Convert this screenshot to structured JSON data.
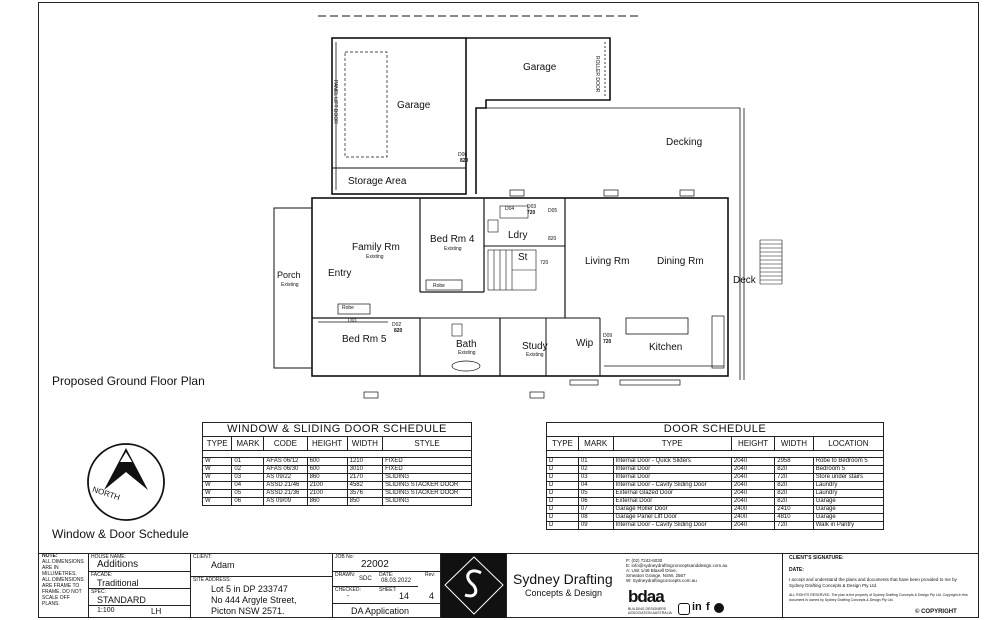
{
  "plan": {
    "title": "Proposed Ground Floor Plan",
    "rooms": {
      "garage_top": "Garage",
      "garage_left": "Garage",
      "storage": "Storage Area",
      "decking": "Decking",
      "family": "Family Rm",
      "bed4": "Bed Rm 4",
      "ldry": "Ldry",
      "st": "St",
      "living": "Living Rm",
      "dining": "Dining Rm",
      "deck": "Deck",
      "porch": "Porch",
      "entry": "Entry",
      "bed5": "Bed Rm 5",
      "bath": "Bath",
      "study": "Study",
      "wip": "Wip",
      "kitchen": "Kitchen",
      "robe": "Robe",
      "robe2": "Robe"
    },
    "existing_label": "Existing",
    "door_tags": {
      "d820_a": "820",
      "d820_b": "820",
      "d820_c": "820",
      "d720_a": "720",
      "d720_b": "720",
      "d720_c": "720"
    },
    "door_codes": {
      "d01": "D01",
      "d02": "D02",
      "d03": "D03",
      "d04": "D04",
      "d05": "D05",
      "d06": "D06",
      "d09": "D09"
    },
    "panel_door": "PANEL LIFT DOOR",
    "roller_door": "ROLLER DOOR",
    "compass": "NORTH"
  },
  "schedule_heading": "Window & Door Schedule",
  "window_schedule": {
    "title": "WINDOW & SLIDING DOOR SCHEDULE",
    "headers": [
      "TYPE",
      "MARK",
      "CODE",
      "HEIGHT",
      "WIDTH",
      "STYLE"
    ],
    "rows": [
      [
        "W",
        "01",
        "AFAS 06/12",
        "600",
        "1210",
        "FIXED"
      ],
      [
        "W",
        "02",
        "AFAS 06/30",
        "600",
        "3010",
        "FIXED"
      ],
      [
        "W",
        "03",
        "AS 09/22",
        "860",
        "2170",
        "SLIDING"
      ],
      [
        "W",
        "04",
        "ASSD 21/46",
        "2100",
        "4582",
        "SLIDING STACKER DOOR"
      ],
      [
        "W",
        "05",
        "ASSD 21/36",
        "2100",
        "3576",
        "SLIDING STACKER DOOR"
      ],
      [
        "W",
        "06",
        "AS 09/09",
        "860",
        "850",
        "SLIDING"
      ]
    ]
  },
  "door_schedule": {
    "title": "DOOR SCHEDULE",
    "headers": [
      "TYPE",
      "MARK",
      "TYPE",
      "HEIGHT",
      "WIDTH",
      "LOCATION"
    ],
    "rows": [
      [
        "D",
        "01",
        "Internal Door - Quick Sliders",
        "2040",
        "2958",
        "Robe to Bedroom 5"
      ],
      [
        "D",
        "02",
        "Internal Door",
        "2040",
        "820",
        "Bedroom 5"
      ],
      [
        "D",
        "03",
        "Internal Door",
        "2040",
        "720",
        "Store under stairs"
      ],
      [
        "D",
        "04",
        "Internal Door - Cavity Sliding Door",
        "2040",
        "820",
        "Laundry"
      ],
      [
        "D",
        "05",
        "External Glazed Door",
        "2040",
        "820",
        "Laundry"
      ],
      [
        "D",
        "06",
        "External Door",
        "2040",
        "820",
        "Garage"
      ],
      [
        "D",
        "07",
        "Garage Roller Door",
        "2400",
        "2410",
        "Garage"
      ],
      [
        "D",
        "08",
        "Garage Panel Lift Door",
        "2400",
        "4810",
        "Garage"
      ],
      [
        "D",
        "09",
        "Internal Door - Cavity Sliding Door",
        "2040",
        "720",
        "Walk in Pantry"
      ]
    ]
  },
  "title_block": {
    "note_label": "NOTE:",
    "notes": [
      "ALL DIMENSIONS",
      "ARE IN",
      "MILLIMETRES.",
      "ALL DIMENSIONS",
      "ARE FRAME TO",
      "FRAME. DO NOT",
      "SCALE OFF",
      "PLANS."
    ],
    "house_name_label": "HOUSE NAME:",
    "house_name": "Additions",
    "facade_label": "FACADE:",
    "facade": "Traditional",
    "spec_label": "SPEC:",
    "spec": "STANDARD",
    "scale": "1:100",
    "hand": "LH",
    "client_label": "CLIENT:",
    "client": "Adam",
    "site_label": "SITE ADDRESS:",
    "site_lines": [
      "Lot 5 in DP 233747",
      "No 444 Argyle Street,",
      "Picton NSW 2571."
    ],
    "job_label": "JOB No:",
    "job": "22002",
    "drawn_label": "DRAWN:",
    "drawn": "SDC",
    "date_label": "DATE:",
    "date": "08.03.2022",
    "rev_label": "Rev:",
    "rev": "4",
    "checked_label": "CHECKED:",
    "checked": "-",
    "sheet_label": "SHEET:",
    "sheet": "14",
    "status": "DA Application",
    "company_line1": "Sydney Drafting",
    "company_line2": "Concepts & Design",
    "contact": [
      "P: (02) 7242-6030",
      "E: info@sydneydraftingconceptsanddesign.com.au",
      "A: Unit 1/48 Blaxell Drive,",
      "    Smeaton Grange, NSW, 2567",
      "W: Sydneydraftingconcepts.com.au"
    ],
    "bdaa": "bdaa",
    "bdaa_sub": "BUILDING DESIGNERS ASSOCIATION AUSTRALIA",
    "client_sig_label": "CLIENT'S SIGNATURE:",
    "date2_label": "DATE:",
    "accept_text": "I accept and understand the plans and documents that have been provided to me by Sydney Drafting Concepts & Design Pty Ltd.",
    "rights_text": "ALL RIGHTS RESERVED. The plan is the property of Sydney Drafting Concepts & Design Pty Ltd. Copyright in this document is owned by Sydney Drafting Concepts & Design Pty Ltd.",
    "copyright": "COPYRIGHT"
  }
}
